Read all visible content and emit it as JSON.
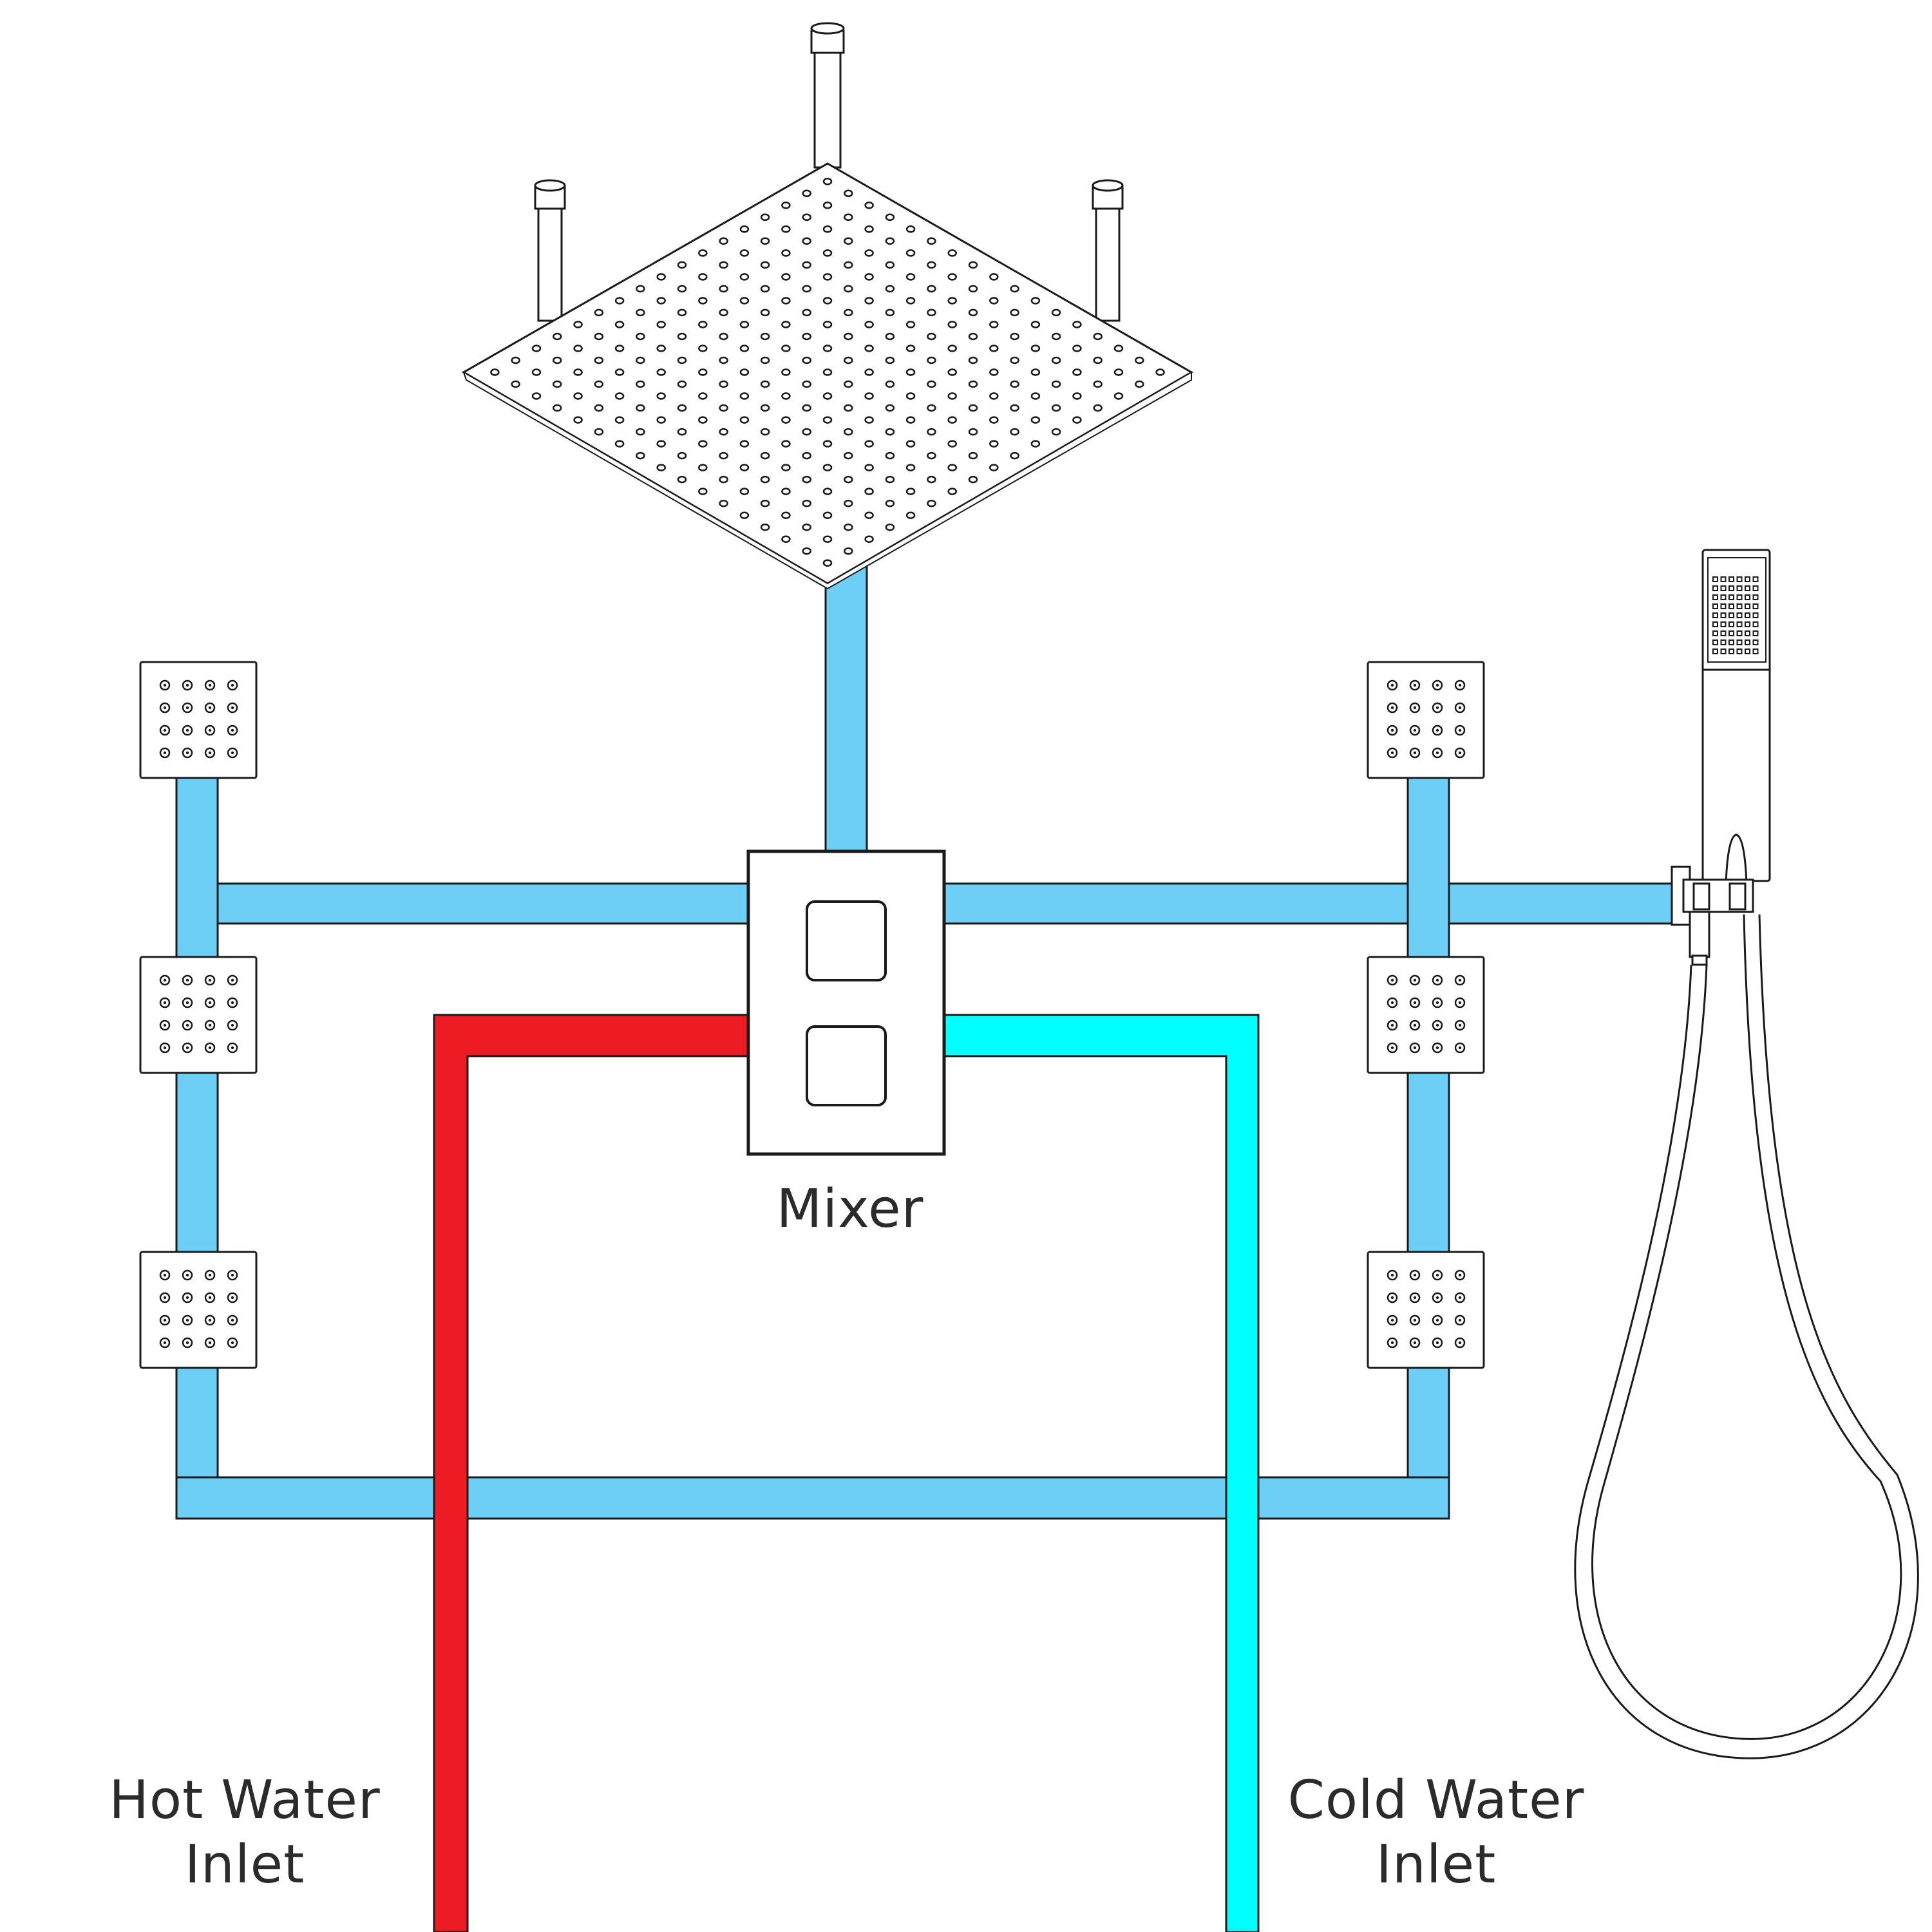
{
  "labels": {
    "mixer": "Mixer",
    "hot_line1": "Hot Water",
    "hot_line2": "Inlet",
    "cold_line1": "Cold Water",
    "cold_line2": "Inlet"
  },
  "colors": {
    "hot_pipe": "#ed1c24",
    "cold_pipe": "#00ffff",
    "output_pipe": "#6dcff6",
    "outline": "#1a1a1a",
    "background": "#ffffff"
  },
  "components": [
    "rain-shower-head",
    "ceiling-support-rods",
    "body-jets",
    "thermostatic-mixer",
    "hand-shower",
    "shower-hose",
    "wall-outlet-bracket"
  ]
}
